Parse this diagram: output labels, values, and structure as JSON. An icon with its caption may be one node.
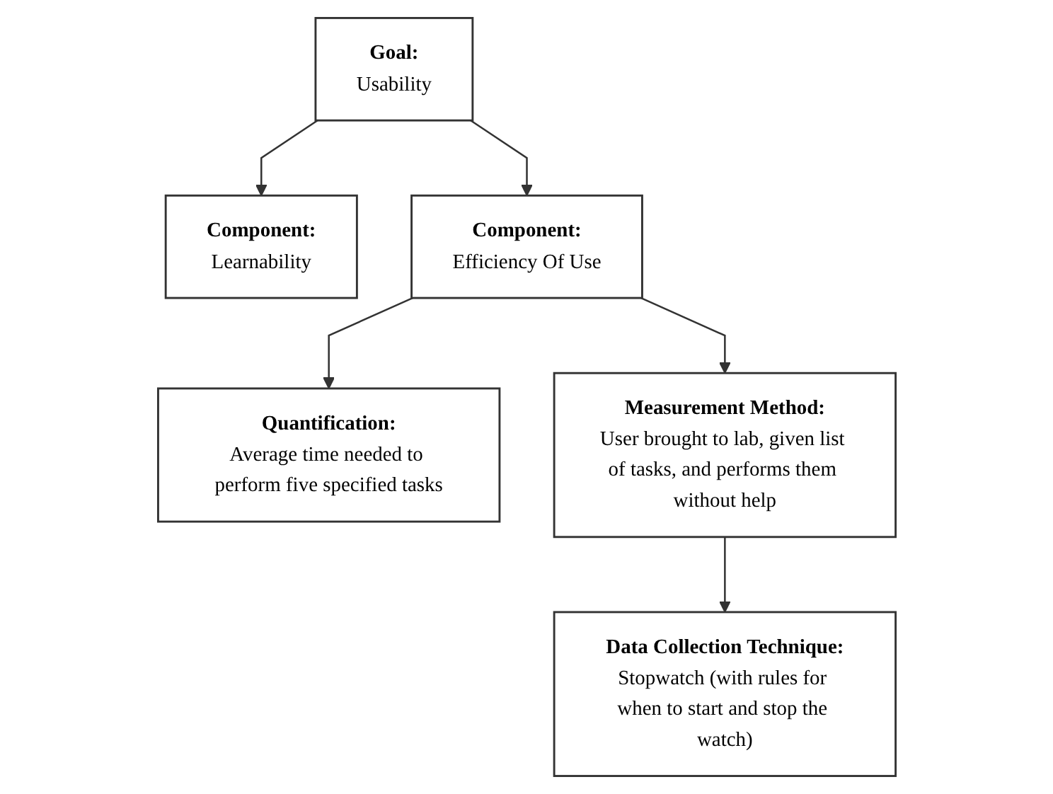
{
  "diagram": {
    "nodes": [
      {
        "text": [
          "Goal:",
          "Usability"
        ]
      },
      {
        "text": [
          "Component:",
          "Learnability"
        ]
      },
      {
        "text": [
          "Component:",
          "Efficiency Of Use"
        ]
      },
      {
        "text": [
          "Quantification:",
          "Average time needed to perform five specified tasks"
        ]
      },
      {
        "text": [
          "Measurement Method:",
          "User brought to lab, given list of tasks, and performs them without help"
        ]
      },
      {
        "text": [
          "Data Collection Technique:",
          "Stopwatch (with rules for when to start and stop the watch)"
        ]
      }
    ],
    "edges": [
      {
        "from": 0,
        "to": 1,
        "arrow": "to"
      },
      {
        "from": 0,
        "to": 2,
        "arrow": "to"
      },
      {
        "from": 2,
        "to": 3,
        "arrow": "to"
      },
      {
        "from": 2,
        "to": 4,
        "arrow": "to"
      },
      {
        "from": 4,
        "to": 5,
        "arrow": "to"
      }
    ]
  }
}
